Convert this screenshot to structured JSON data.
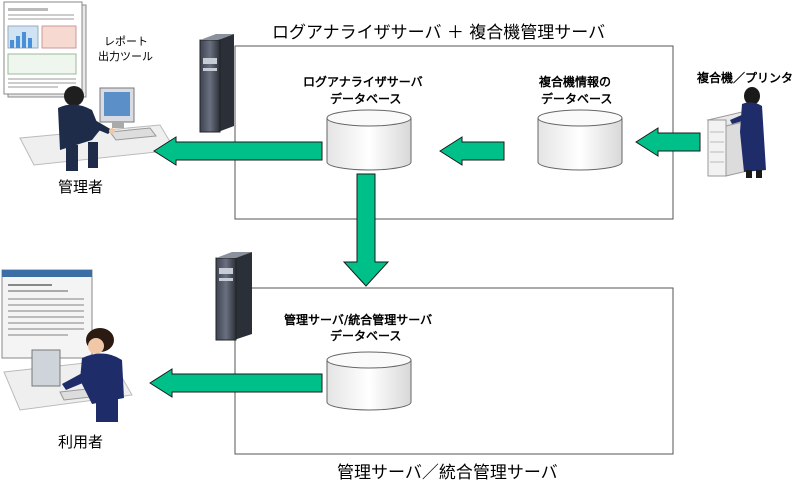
{
  "top_box_title": "ログアナライザサーバ ＋ 複合機管理サーバ",
  "bottom_box_title": "管理サーバ／統合管理サーバ",
  "report_tool_label": [
    "レポート",
    "出力ツール"
  ],
  "admin_label": "管理者",
  "user_label": "利用者",
  "mfp_label": "複合機／プリンタ",
  "db_log_analyzer": [
    "ログアナライザサーバ",
    "データベース"
  ],
  "db_mfp_info": [
    "複合機情報の",
    "データベース"
  ],
  "db_management": [
    "管理サーバ/統合管理サーバ",
    "データベース"
  ],
  "colors": {
    "arrow": "#00c08a",
    "arrow_stroke": "#1a1a1a",
    "box": "#555555",
    "db_fill": "#f2f2f2"
  },
  "icons": [
    "report-document-icon",
    "admin-person-icon",
    "user-person-icon",
    "server-tower-icon",
    "mfp-printer-icon",
    "user-screen-icon"
  ]
}
